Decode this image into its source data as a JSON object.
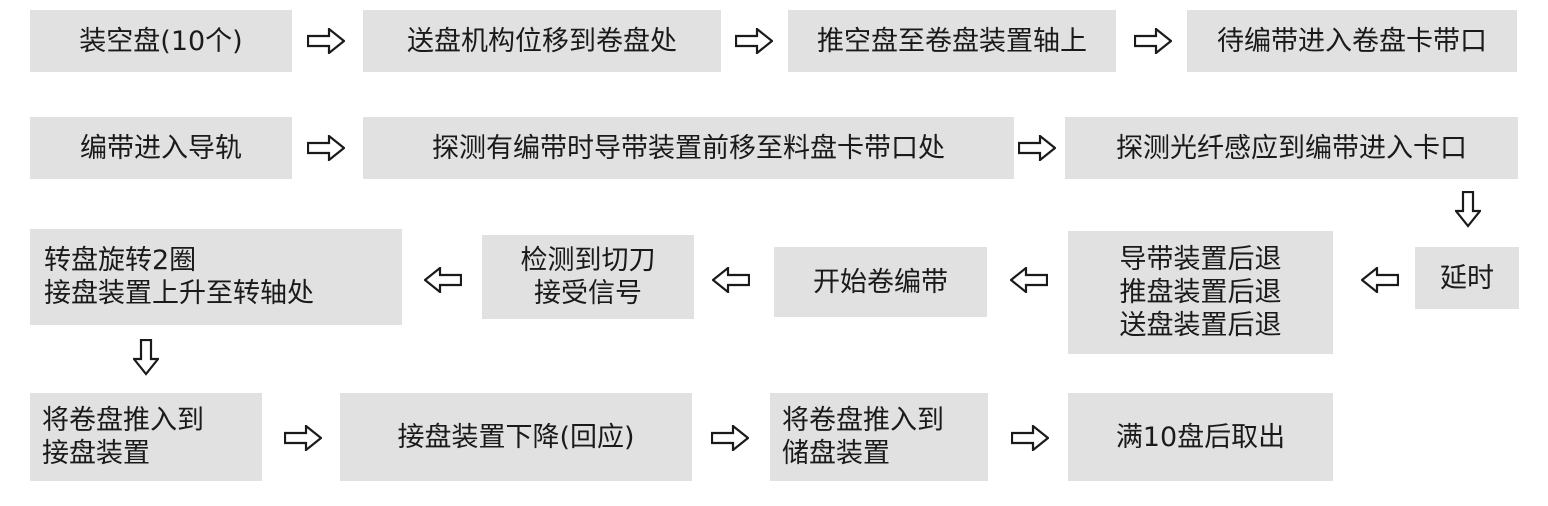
{
  "colors": {
    "box_fill": "#e1e1e1",
    "arrow_stroke": "#1a1a1a",
    "text": "#1a1a1a"
  },
  "nodes": {
    "r1_1": "装空盘(10个)",
    "r1_2": "送盘机构位移到卷盘处",
    "r1_3": "推空盘至卷盘装置轴上",
    "r1_4": "待编带进入卷盘卡带口",
    "r2_1": "编带进入导轨",
    "r2_2": "探测有编带时导带装置前移至料盘卡带口处",
    "r2_3": "探测光纤感应到编带进入卡口",
    "r3_delay": "延时",
    "r3_retreat": "导带装置后退\n推盘装置后退\n送盘装置后退",
    "r3_wind": "开始卷编带",
    "r3_cut": "检测到切刀\n接受信号",
    "r3_rotate": "转盘旋转2圈\n接盘装置上升至转轴处",
    "r4_1": "将卷盘推入到\n接盘装置",
    "r4_2": "接盘装置下降(回应)",
    "r4_3": "将卷盘推入到\n储盘装置",
    "r4_4": "满10盘后取出"
  },
  "icons": {
    "right": "hollow-right-arrow-icon",
    "left": "hollow-left-arrow-icon",
    "down": "hollow-down-arrow-icon"
  }
}
